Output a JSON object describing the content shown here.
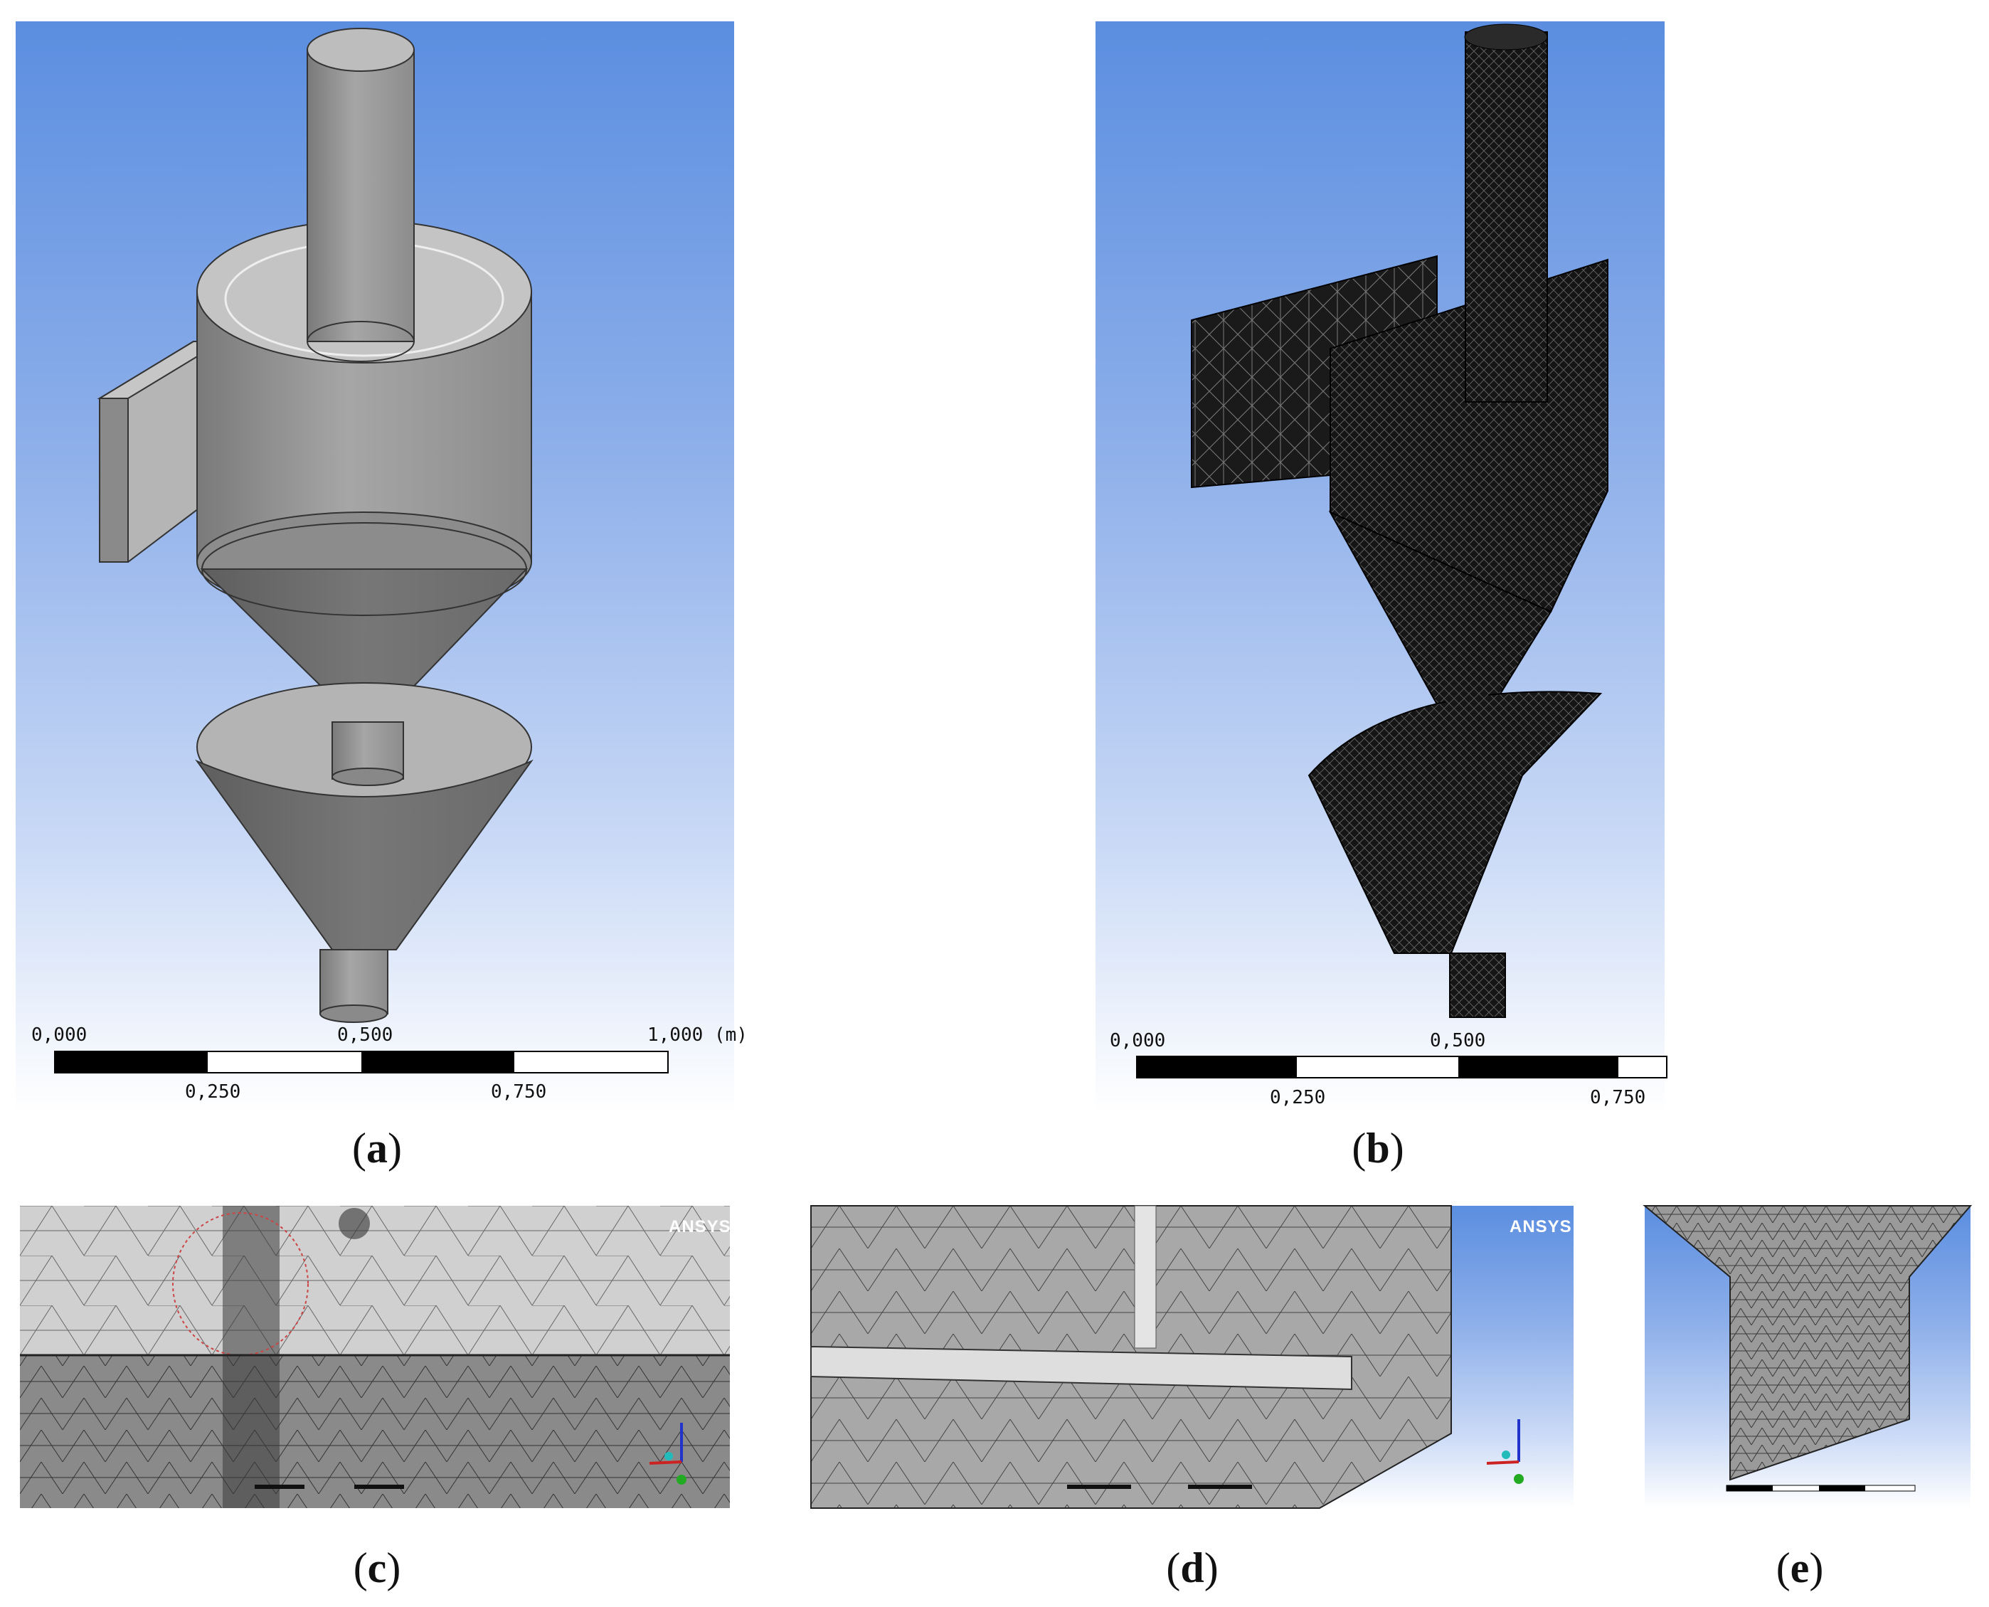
{
  "panels": {
    "a": {
      "caption_open": "(",
      "caption_letter": "a",
      "caption_close": ")",
      "scale": {
        "top_labels": [
          "0,000",
          "0,500",
          "1,000 (m)"
        ],
        "bottom_labels": [
          "0,250",
          "0,750"
        ]
      }
    },
    "b": {
      "caption_open": "(",
      "caption_letter": "b",
      "caption_close": ")",
      "scale": {
        "top_labels": [
          "0,000",
          "0,500"
        ],
        "bottom_labels": [
          "0,250",
          "0,750"
        ]
      }
    },
    "c": {
      "caption_open": "(",
      "caption_letter": "c",
      "caption_close": ")",
      "logo": "ANSYS"
    },
    "d": {
      "caption_open": "(",
      "caption_letter": "d",
      "caption_close": ")",
      "logo": "ANSYS"
    },
    "e": {
      "caption_open": "(",
      "caption_letter": "e",
      "caption_close": ")"
    }
  },
  "colors": {
    "viewport_top": "#5b8ee0",
    "viewport_bottom": "#ffffff",
    "geometry_gray": "#9a9a9a",
    "mesh_dark": "#1a1a1a",
    "mesh_light": "#d3d3d3"
  },
  "icons": [
    "triad-axis-icon"
  ]
}
